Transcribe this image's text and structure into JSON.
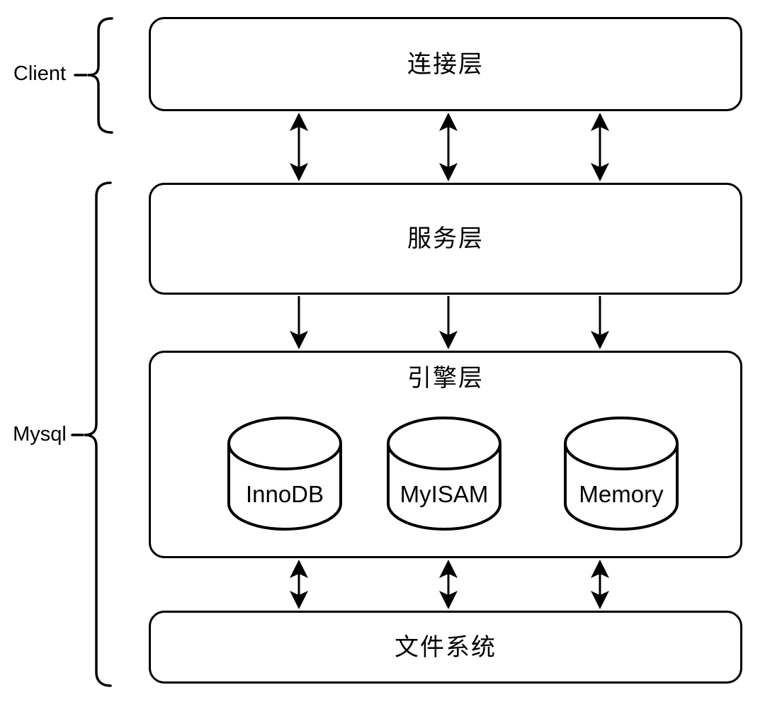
{
  "colors": {
    "ink": "#000000",
    "background": "#ffffff"
  },
  "side_labels": {
    "client": "Client",
    "mysql": "Mysql"
  },
  "layers": {
    "connection": "连接层",
    "service": "服务层",
    "engine": "引擎层",
    "filesystem": "文件系统"
  },
  "engines": [
    "InnoDB",
    "MyISAM",
    "Memory"
  ]
}
